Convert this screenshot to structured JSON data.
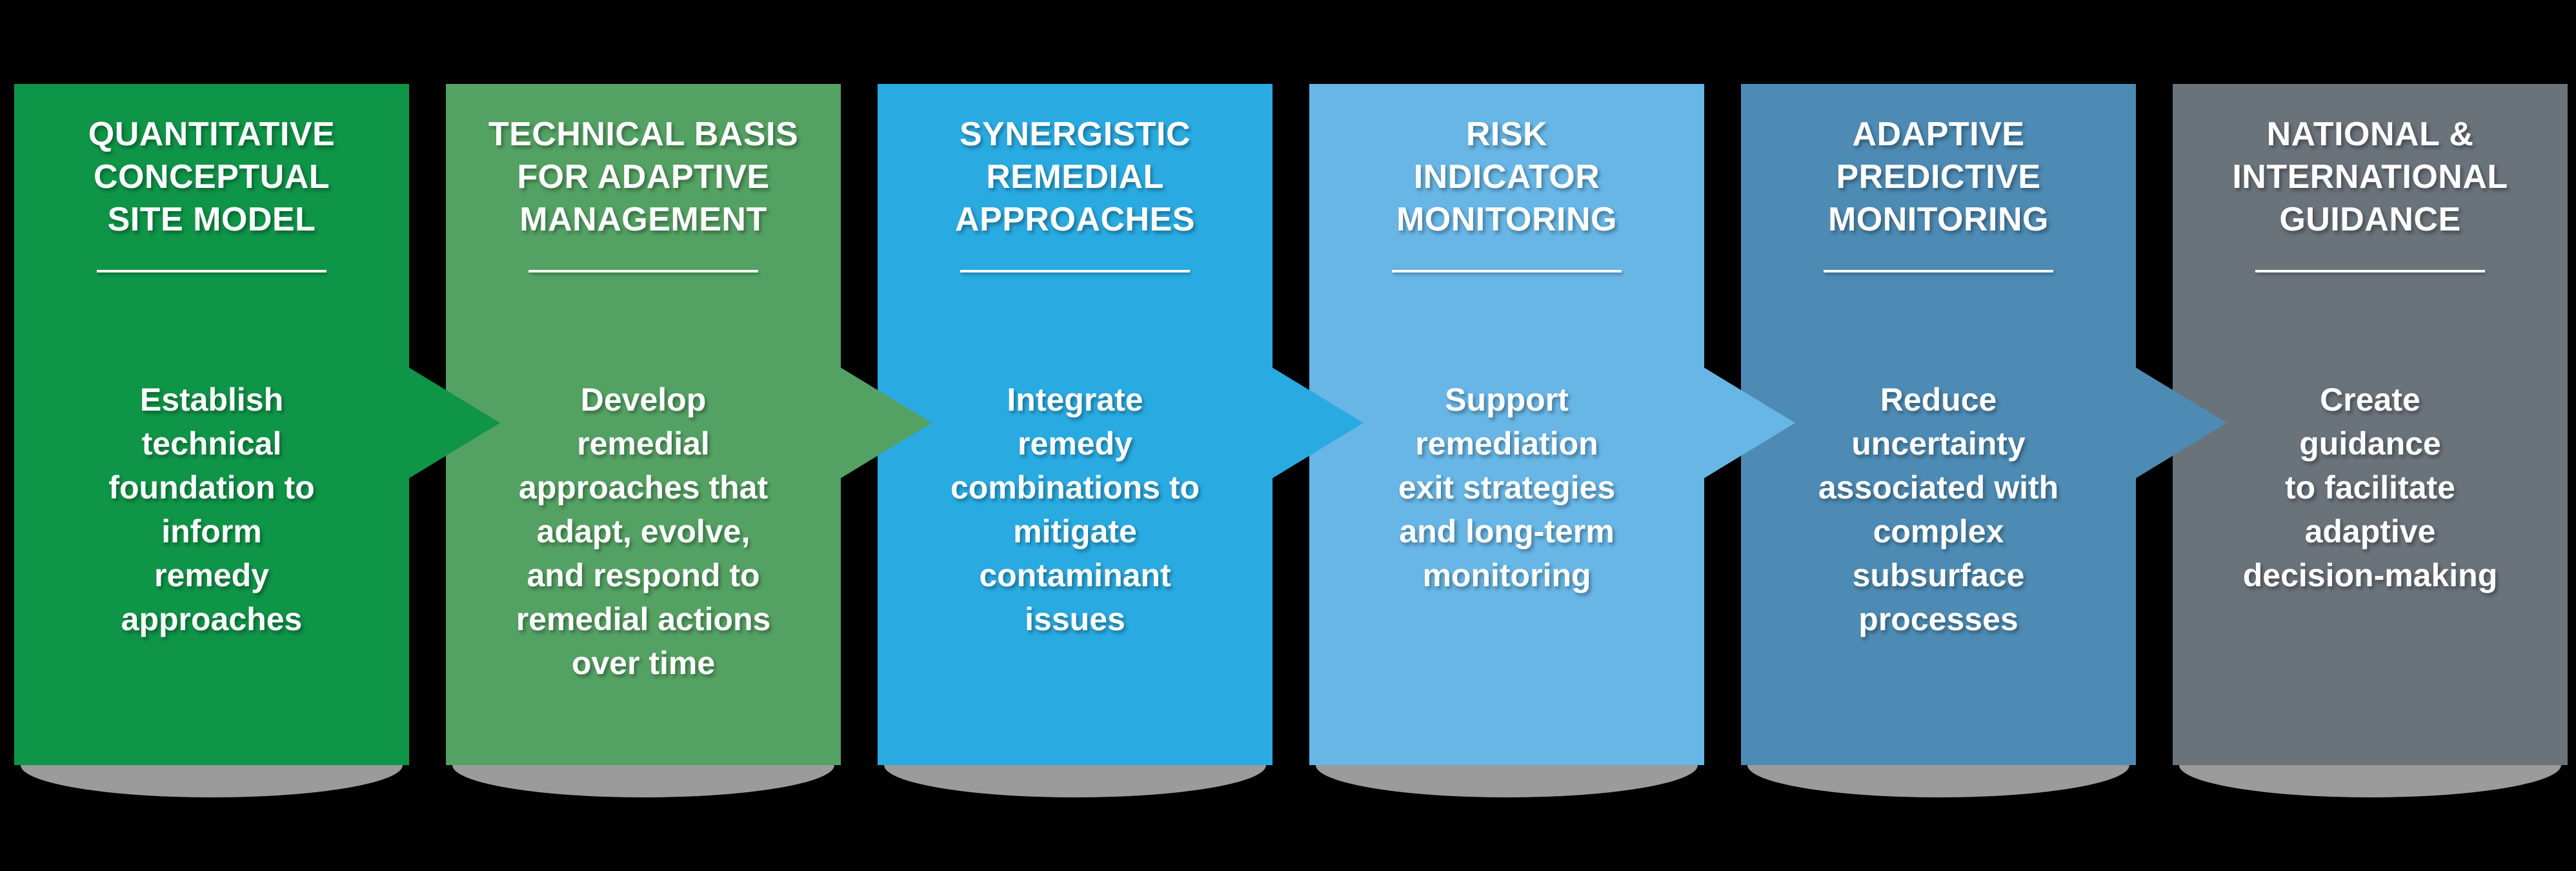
{
  "background_color": "#000000",
  "text_color": "#ffffff",
  "shadow_color": "#9b9b9b",
  "divider_color": "#ffffff",
  "panels": [
    {
      "title": "QUANTITATIVE\nCONCEPTUAL\nSITE MODEL",
      "body": "Establish\ntechnical\nfoundation to\ninform\nremedy\napproaches",
      "color": "#0f9548"
    },
    {
      "title": "TECHNICAL BASIS\nFOR ADAPTIVE\nMANAGEMENT",
      "body": "Develop\nremedial\napproaches that\nadapt, evolve,\nand respond to\nremedial actions\nover time",
      "color": "#54a263"
    },
    {
      "title": "SYNERGISTIC\nREMEDIAL\nAPPROACHES",
      "body": "Integrate\nremedy\ncombinations to\nmitigate\ncontaminant\nissues",
      "color": "#29abe2"
    },
    {
      "title": "RISK\nINDICATOR\nMONITORING",
      "body": "Support\nremediation\nexit strategies\nand long-term\nmonitoring",
      "color": "#67b6e6"
    },
    {
      "title": "ADAPTIVE\nPREDICTIVE\nMONITORING",
      "body": "Reduce\nuncertainty\nassociated with\ncomplex\nsubsurface\nprocesses",
      "color": "#4d8bb4"
    },
    {
      "title": "NATIONAL &\nINTERNATIONAL\nGUIDANCE",
      "body": "Create\nguidance\nto facilitate\nadaptive\ndecision-making",
      "color": "#6a727a"
    }
  ]
}
